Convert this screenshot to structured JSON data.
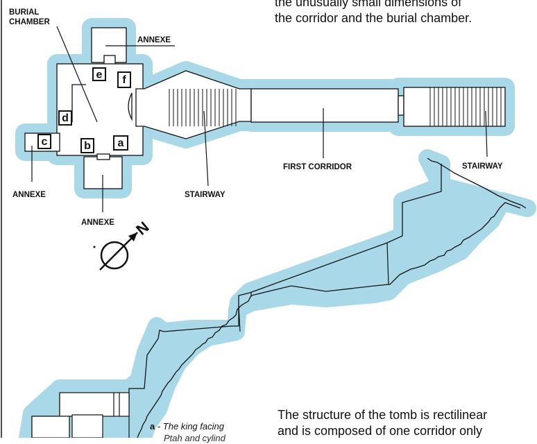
{
  "text": {
    "top_line1": "the unusually small dimensions of",
    "top_line2": "the corridor and the burial chamber.",
    "bottom_line1": "The structure of the tomb is rectilinear",
    "bottom_line2": "and is composed of one corridor only"
  },
  "plan": {
    "burial_chamber_line1": "BURIAL",
    "burial_chamber_line2": "CHAMBER",
    "annexe_top": "ANNEXE",
    "annexe_left": "ANNEXE",
    "annexe_bottom": "ANNEXE",
    "stairway_1": "STAIRWAY",
    "first_corridor": "FIRST CORRIDOR",
    "stairway_2": "STAIRWAY",
    "keys": [
      "a",
      "b",
      "c",
      "d",
      "e",
      "f"
    ]
  },
  "compass": {
    "north_label": "N"
  },
  "legend": {
    "a_letter": "a",
    "a_desc": " - The king facing",
    "a_cut": "Ptah and cylind"
  },
  "colors": {
    "halo": "#a9d9e9",
    "ink": "#111111",
    "paper": "#ffffff"
  }
}
